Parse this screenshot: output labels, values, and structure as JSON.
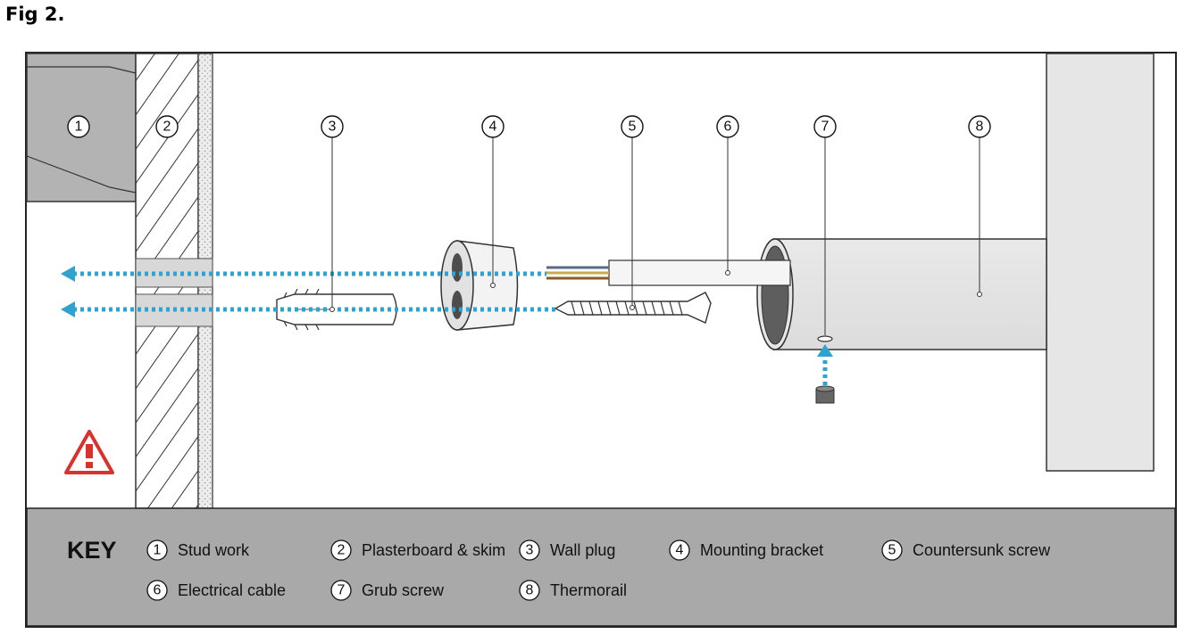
{
  "figure": {
    "title": "Fig 2."
  },
  "callouts": [
    {
      "num": "1"
    },
    {
      "num": "2"
    },
    {
      "num": "3"
    },
    {
      "num": "4"
    },
    {
      "num": "5"
    },
    {
      "num": "6"
    },
    {
      "num": "7"
    },
    {
      "num": "8"
    }
  ],
  "key": {
    "title": "KEY",
    "items": [
      {
        "num": "1",
        "label": "Stud work"
      },
      {
        "num": "2",
        "label": "Plasterboard & skim"
      },
      {
        "num": "3",
        "label": "Wall plug"
      },
      {
        "num": "4",
        "label": "Mounting bracket"
      },
      {
        "num": "5",
        "label": "Countersunk screw"
      },
      {
        "num": "6",
        "label": "Electrical cable"
      },
      {
        "num": "7",
        "label": "Grub screw"
      },
      {
        "num": "8",
        "label": "Thermorail"
      }
    ]
  },
  "icons": {
    "warning": "warning-triangle-icon"
  },
  "colors": {
    "arrow": "#2fa3cf",
    "warning": "#d9322c",
    "key_bg": "#a9a9a9",
    "stud": "#b3b3b3"
  }
}
